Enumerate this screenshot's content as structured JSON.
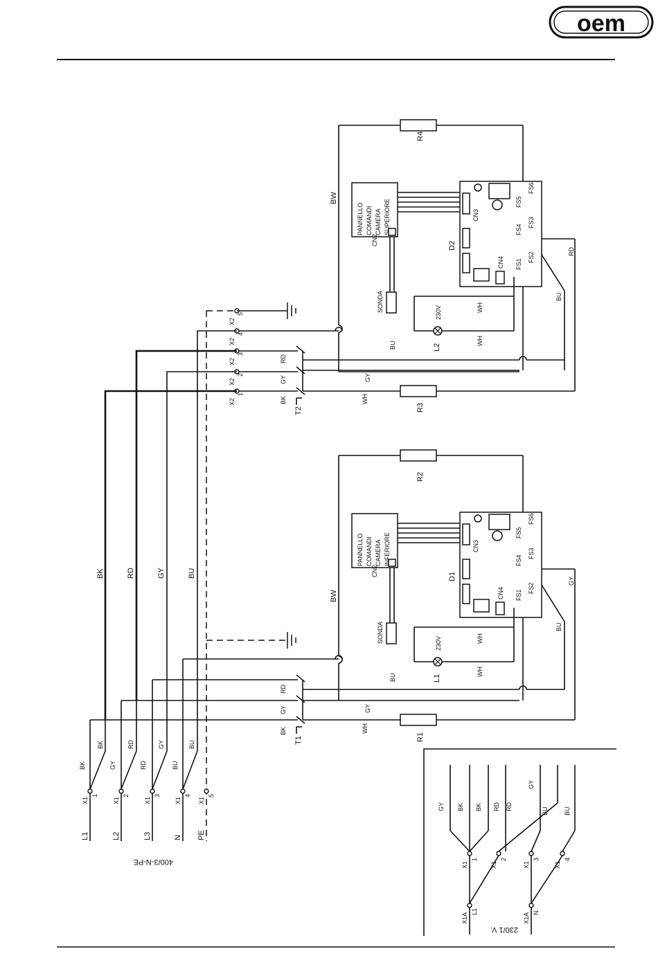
{
  "brand": {
    "logo_text": "oem"
  },
  "supply": {
    "label": "400/3-N-PE",
    "phases": [
      "L1",
      "L2",
      "L3",
      "N",
      "PE"
    ],
    "terminal": "X1",
    "terminal_numbers": [
      "1",
      "2",
      "3",
      "4",
      "5"
    ],
    "wire_colors": [
      "BK",
      "GY",
      "RD",
      "BU"
    ],
    "main_colors": [
      "BK",
      "RD",
      "GY",
      "BU"
    ]
  },
  "upper": {
    "panel": [
      "PANNELLO",
      "COMANDI",
      "CAMERA",
      "SUPERIORE"
    ],
    "connector": "CN2",
    "board": "D2",
    "heater_top": "R4",
    "heater_bottom": "R3",
    "lamp": "L2",
    "thermostat": "T2",
    "terminal": "X2",
    "terminal_numbers": [
      "1",
      "2",
      "3",
      "4",
      "5"
    ],
    "wires": {
      "feed": "BW",
      "neutral": "BU",
      "rd": "RD",
      "gy": "GY",
      "wh": "WH",
      "bk": "BK",
      "bu2": "BU",
      "rd2": "RD"
    }
  },
  "lower": {
    "panel": [
      "PANNELLO",
      "COMANDI",
      "CAMERA",
      "INFERIORE"
    ],
    "connector": "CN2",
    "board": "D1",
    "heater_top": "R2",
    "heater_bottom": "R1",
    "lamp": "L1",
    "thermostat": "T1",
    "wires": {
      "feed": "BW",
      "neutral": "BU",
      "rd": "RD",
      "gy": "GY",
      "wh": "WH",
      "bk": "BK",
      "bu2": "BU",
      "gy2": "GY"
    }
  },
  "board_labels": {
    "cn3": "CN3",
    "cn4": "CN4",
    "fs1": "FS1",
    "fs2": "FS2",
    "fs3": "FS3",
    "fs4": "FS4",
    "fs5": "FS5",
    "fs6": "FS6"
  },
  "probe": "SONDA",
  "lamp_voltage": "230V",
  "lamp_wire": "WH",
  "alt_supply": {
    "label": "230/1 V.",
    "terminal": "X1",
    "terminal_alt": "X1A",
    "numbers": [
      "1",
      "2",
      "3",
      "4"
    ],
    "alt_numbers": [
      "L1",
      "N"
    ],
    "wire_colors": [
      "GY",
      "BK",
      "BK",
      "RD",
      "RD",
      "GY",
      "BU",
      "BU"
    ]
  }
}
